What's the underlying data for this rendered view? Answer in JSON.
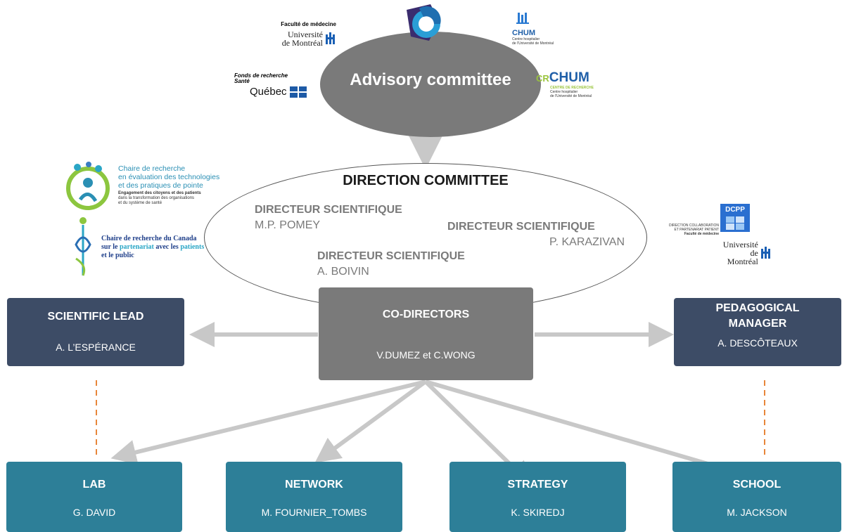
{
  "advisory": {
    "title": "Advisory committee"
  },
  "direction": {
    "title": "DIRECTION COMMITTEE",
    "members": [
      {
        "role": "DIRECTEUR SCIENTIFIQUE",
        "name": "M.P. POMEY"
      },
      {
        "role": "DIRECTEUR SCIENTIFIQUE",
        "name": "P. KARAZIVAN"
      },
      {
        "role": "DIRECTEUR SCIENTIFIQUE",
        "name": "A. BOIVIN"
      }
    ]
  },
  "codirectors": {
    "title": "CO-DIRECTORS",
    "name": "V.DUMEZ et C.WONG"
  },
  "scientific_lead": {
    "title": "SCIENTIFIC LEAD",
    "name": "A. L’ESPÉRANCE"
  },
  "pedagogical": {
    "title_line1": "PEDAGOGICAL",
    "title_line2": "MANAGER",
    "name": "A. DESCÔTEAUX"
  },
  "units": [
    {
      "title": "LAB",
      "name": "G. DAVID"
    },
    {
      "title": "NETWORK",
      "name": "M. FOURNIER_TOMBS"
    },
    {
      "title": "STRATEGY",
      "name": "K. SKIREDJ"
    },
    {
      "title": "SCHOOL",
      "name": "M. JACKSON"
    }
  ],
  "logos": {
    "udem_top": {
      "line1": "Faculté de médecine",
      "line2": "Université",
      "line3": "de Montréal"
    },
    "chum": {
      "name": "CHUM",
      "sub1": "Centre hospitalier",
      "sub2": "de l'Université de Montréal"
    },
    "frqs": {
      "line1": "Fonds de recherche",
      "line2": "Santé",
      "line3": "Québec"
    },
    "crchum": {
      "prefix": "CR",
      "name": "CHUM",
      "sub1": "CENTRE DE RECHERCHE",
      "sub2": "Centre hospitalier",
      "sub3": "de l'Université de Montréal"
    },
    "chair1": {
      "line1": "Chaire de recherche",
      "line2": "en évaluation des technologies",
      "line3": "et des pratiques de pointe",
      "sub1": "Engagement des citoyens et des patients",
      "sub2": "dans la transformation des organisations",
      "sub3": "et du système de santé"
    },
    "chair2": {
      "line1": "Chaire de recherche du Canada",
      "line2a": "sur le ",
      "line2b": "partenariat",
      "line2c": " avec les ",
      "line2d": "patients",
      "line3": "et le public"
    },
    "dcpp": {
      "acr": "DCPP",
      "side1": "DIRECTION COLLABORATION",
      "side2": "ET PARTENARIAT PATIENT",
      "side3": "Faculté de médecine",
      "u1": "Université",
      "u2": "de Montréal"
    }
  },
  "colors": {
    "navy": "#3d4c66",
    "grey": "#7a7a7a",
    "teal": "#2d7f98",
    "arrow": "#c8c8c8",
    "dashed": "#e8863a"
  }
}
